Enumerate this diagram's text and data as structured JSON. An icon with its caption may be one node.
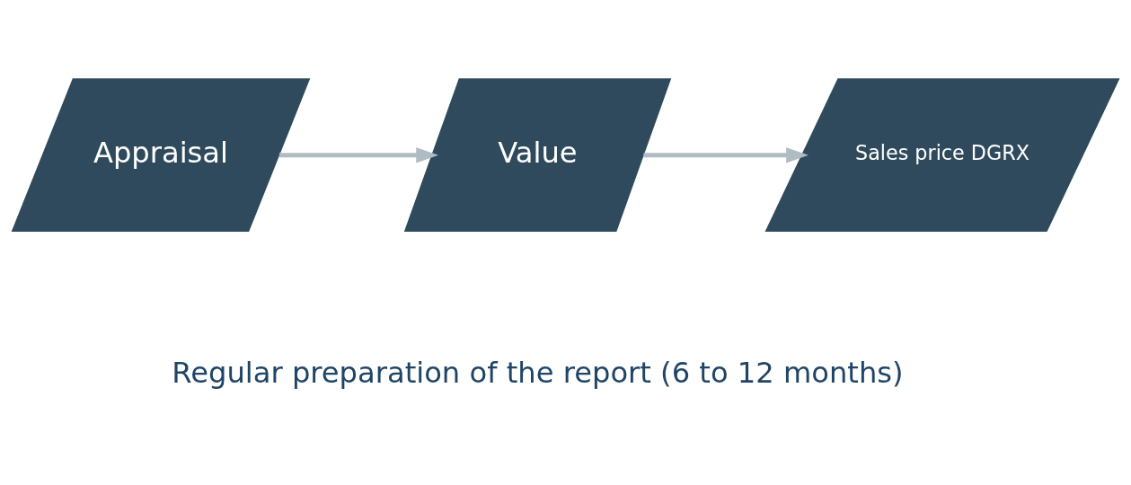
{
  "diagram": {
    "nodes": [
      {
        "text": [
          "Appraisal"
        ]
      },
      {
        "text": [
          "Value"
        ]
      },
      {
        "text": [
          "Sales price DGRX"
        ]
      }
    ],
    "edges": [
      {
        "from": 0,
        "to": 1,
        "arrow": "to"
      },
      {
        "from": 1,
        "to": 2,
        "arrow": "to"
      }
    ],
    "labels": [
      "Regular preparation of the report (6 to 12 months)"
    ]
  }
}
